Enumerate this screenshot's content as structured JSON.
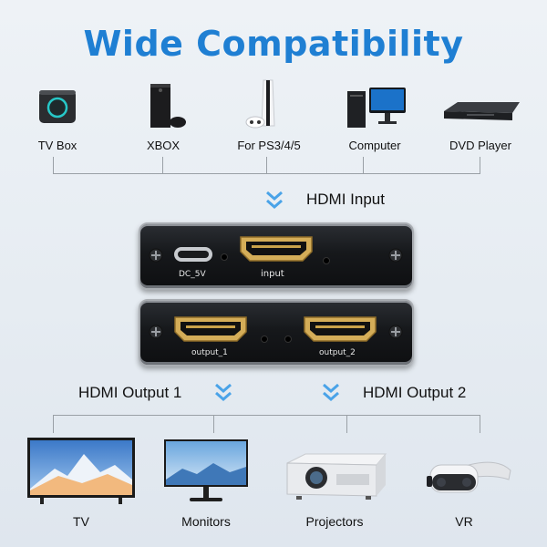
{
  "title": "Wide Compatibility",
  "sources": [
    {
      "label": "TV Box",
      "icon": "tv-box-icon"
    },
    {
      "label": "XBOX",
      "icon": "xbox-icon"
    },
    {
      "label": "For PS3/4/5",
      "icon": "playstation-icon"
    },
    {
      "label": "Computer",
      "icon": "computer-icon"
    },
    {
      "label": "DVD Player",
      "icon": "dvd-player-icon"
    }
  ],
  "hdmi_input_label": "HDMI Input",
  "device_input": {
    "dc_label": "DC_5V",
    "port_label": "input"
  },
  "device_output": {
    "port1_label": "output_1",
    "port2_label": "output_2"
  },
  "output1_label": "HDMI Output 1",
  "output2_label": "HDMI Output 2",
  "destinations": [
    {
      "label": "TV",
      "icon": "tv-icon"
    },
    {
      "label": "Monitors",
      "icon": "monitor-icon"
    },
    {
      "label": "Projectors",
      "icon": "projector-icon"
    },
    {
      "label": "VR",
      "icon": "vr-headset-icon"
    }
  ],
  "colors": {
    "accent": "#1f7fd3",
    "chevron": "#4aa3e8",
    "line": "#9aa0a6",
    "port_gold": "#c9a24a"
  }
}
